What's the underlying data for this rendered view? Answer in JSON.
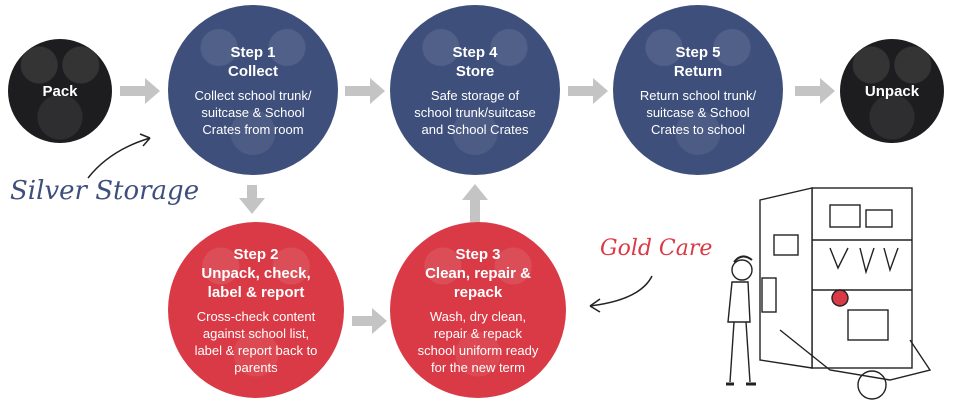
{
  "pack": {
    "title": "Pack"
  },
  "unpack": {
    "title": "Unpack"
  },
  "step1": {
    "label": "Step 1",
    "name": "Collect",
    "desc": [
      "Collect school trunk/",
      "suitcase & School",
      "Crates from room"
    ]
  },
  "step4": {
    "label": "Step 4",
    "name": "Store",
    "desc": [
      "Safe storage of",
      "school trunk/suitcase",
      "and School Crates"
    ]
  },
  "step5": {
    "label": "Step 5",
    "name": "Return",
    "desc": [
      "Return school trunk/",
      "suitcase & School",
      "Crates to school"
    ]
  },
  "step2": {
    "label": "Step 2",
    "name": [
      "Unpack, check,",
      "label & report"
    ],
    "desc": [
      "Cross-check  content",
      "against school list,",
      "label & report back to",
      "parents"
    ]
  },
  "step3": {
    "label": "Step 3",
    "name": [
      "Clean, repair &",
      "repack"
    ],
    "desc": [
      "Wash, dry clean,",
      "repair &  repack",
      "school uniform ready",
      "for the new term"
    ]
  },
  "annotations": {
    "silver": "Silver Storage",
    "gold": "Gold Care"
  },
  "colors": {
    "navy": "#3e4f7b",
    "black": "#1d1d1f",
    "red": "#d93a45",
    "arrow_grey": "#c4c4c4"
  }
}
